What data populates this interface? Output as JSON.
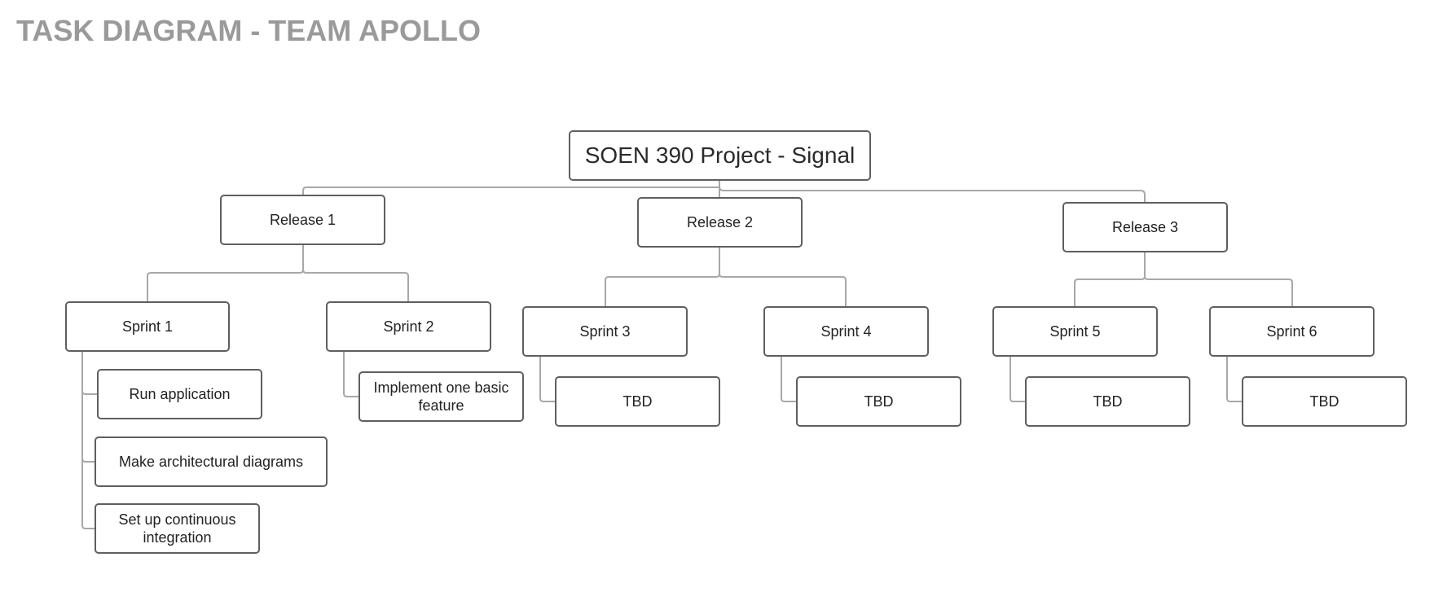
{
  "title": "TASK DIAGRAM - TEAM APOLLO",
  "diagram": {
    "root": "SOEN 390 Project - Signal",
    "releases": [
      "Release 1",
      "Release 2",
      "Release 3"
    ],
    "sprints": [
      "Sprint 1",
      "Sprint 2",
      "Sprint 3",
      "Sprint 4",
      "Sprint 5",
      "Sprint 6"
    ],
    "tasks": {
      "sprint1": [
        "Run application",
        "Make architectural diagrams",
        "Set up continuous integration"
      ],
      "sprint2": [
        "Implement one basic feature"
      ],
      "sprint3": [
        "TBD"
      ],
      "sprint4": [
        "TBD"
      ],
      "sprint5": [
        "TBD"
      ],
      "sprint6": [
        "TBD"
      ]
    }
  },
  "colors": {
    "title": "#9a9a9a",
    "box_border": "#5f5f5f",
    "connector": "#a8a8a8",
    "text": "#222222"
  }
}
